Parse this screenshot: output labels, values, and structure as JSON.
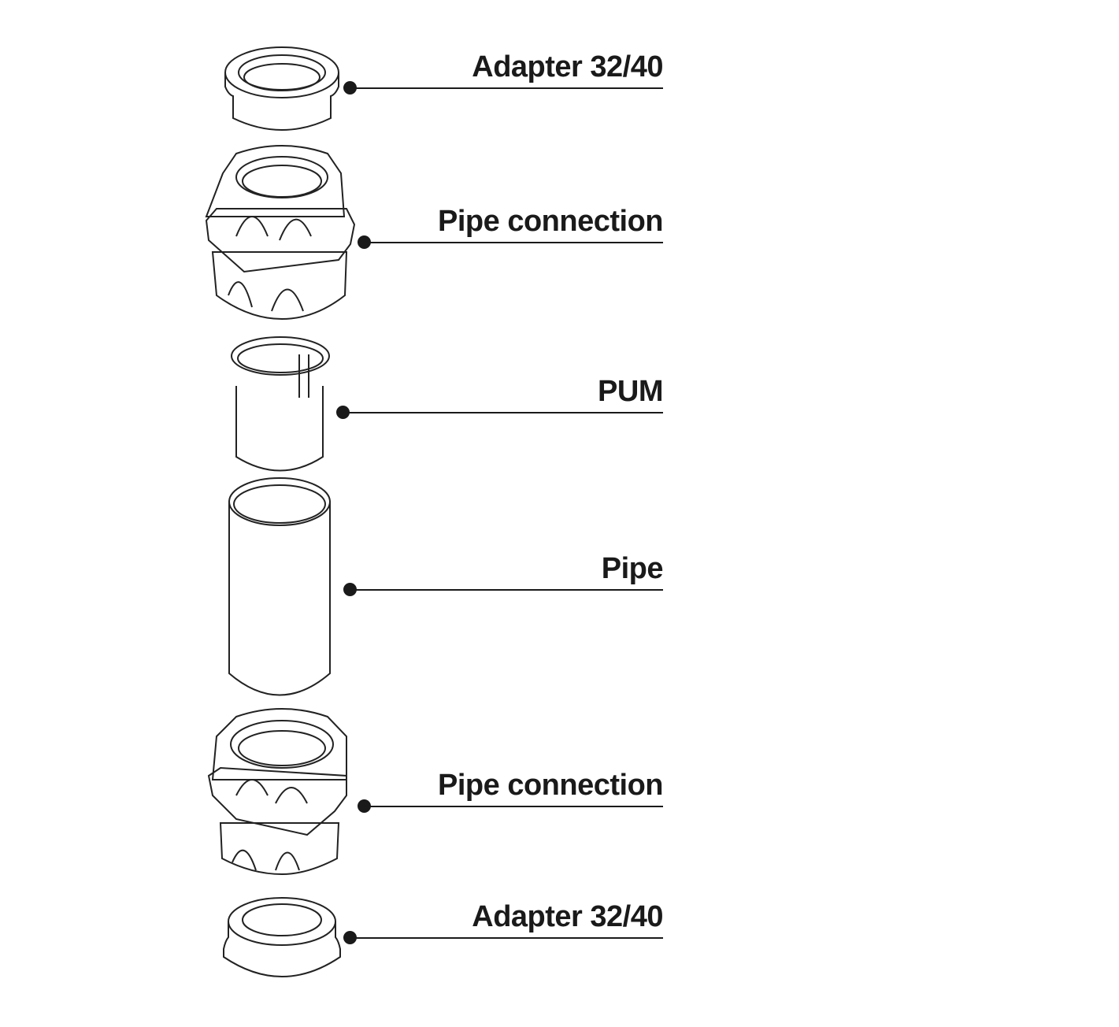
{
  "diagram": {
    "parts": [
      {
        "label": "Adapter 32/40"
      },
      {
        "label": "Pipe connection"
      },
      {
        "label": "PUM"
      },
      {
        "label": "Pipe"
      },
      {
        "label": "Pipe connection"
      },
      {
        "label": "Adapter 32/40"
      }
    ]
  }
}
